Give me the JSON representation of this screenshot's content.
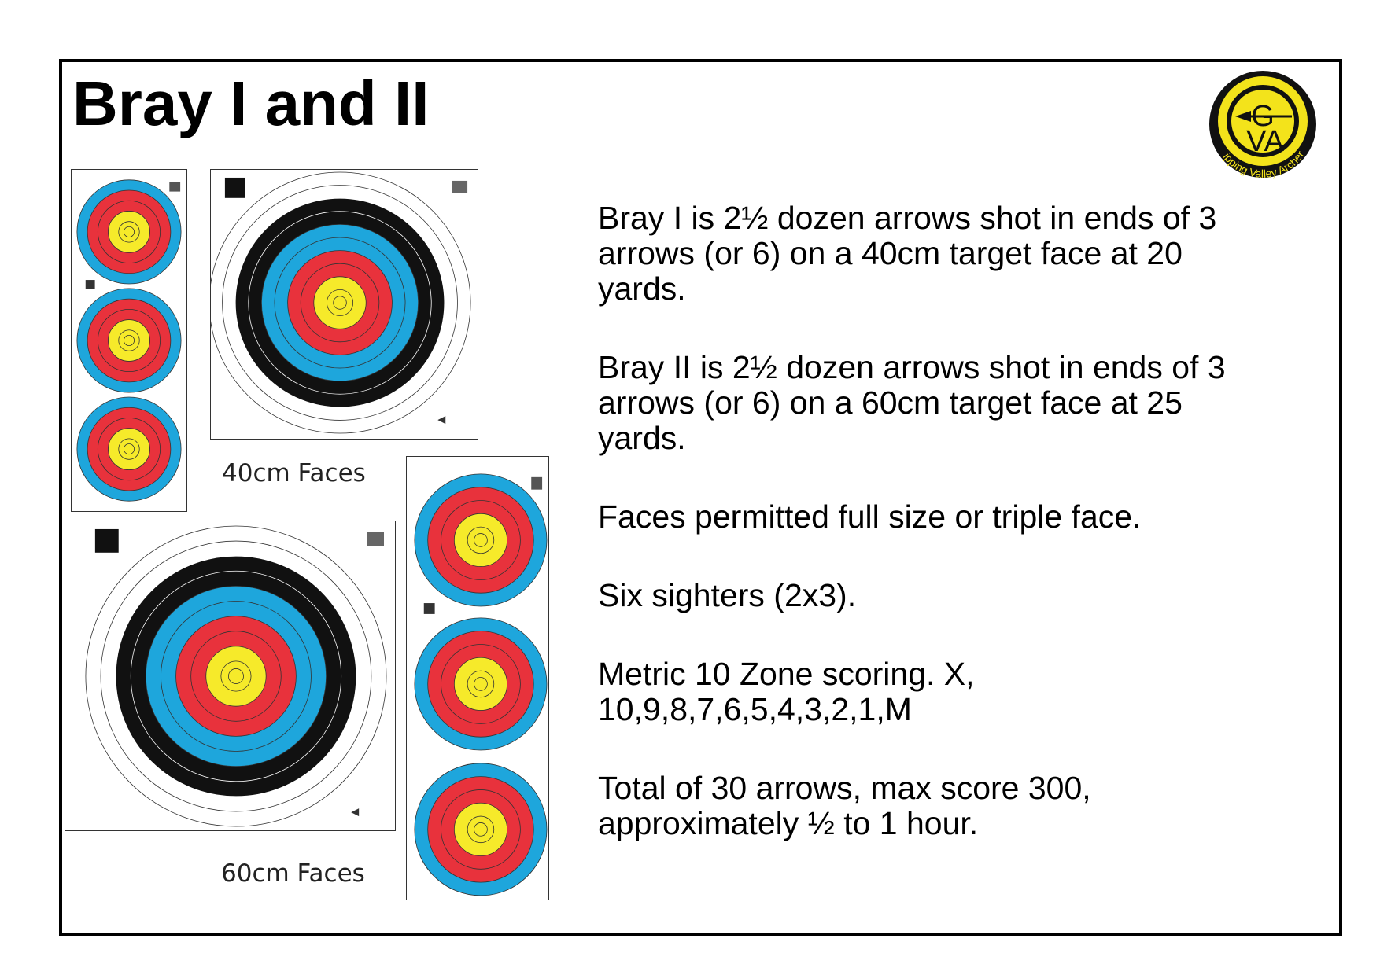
{
  "slide": {
    "title": "Bray I and II",
    "captions": {
      "forty": "40cm Faces",
      "sixty": "60cm Faces"
    },
    "paragraphs": [
      {
        "lines": [
          "Bray I is 2½ dozen arrows shot in ends of 3",
          "arrows (or 6) on a 40cm target face at 20",
          "yards."
        ]
      },
      {
        "lines": [
          "Bray II is 2½ dozen arrows shot in ends of 3",
          "arrows (or 6) on a 60cm target face at 25",
          "yards."
        ]
      },
      {
        "lines": [
          "Faces permitted full size or triple face."
        ]
      },
      {
        "lines": [
          "Six  sighters (2x3)."
        ]
      },
      {
        "lines": [
          "Metric 10 Zone scoring. X,",
          "10,9,8,7,6,5,4,3,2,1,M"
        ]
      },
      {
        "lines": [
          "Total of 30 arrows, max score 300,",
          "approximately ½ to 1 hour."
        ]
      }
    ],
    "logo": {
      "letters_top": "G",
      "letters_bottom": "VA",
      "ring_text": "Gipping Valley Archers"
    },
    "colors": {
      "gold": "#f6ea2a",
      "red": "#e8323c",
      "blue": "#1ea6dc",
      "black": "#111111",
      "white": "#ffffff",
      "logo_yellow": "#f3e31b"
    }
  }
}
